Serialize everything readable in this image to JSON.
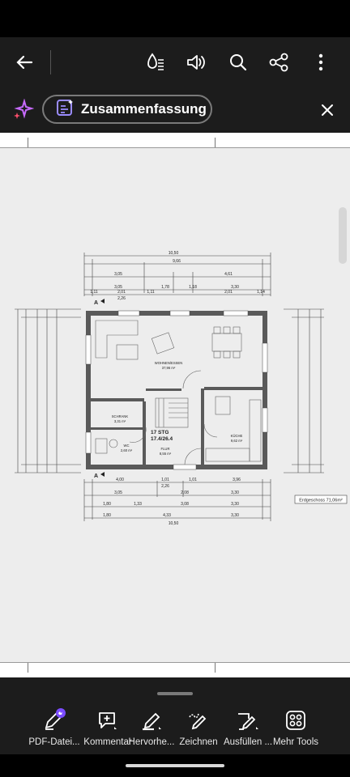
{
  "toolbar": {
    "icons": [
      "back-arrow-icon",
      "read-aloud-icon",
      "speaker-icon",
      "search-icon",
      "share-icon",
      "more-icon"
    ]
  },
  "summary": {
    "label": "Zusammenfassung"
  },
  "plan": {
    "dims_top": [
      "10,50",
      "9,66",
      "3,05",
      "4,61",
      "3,05",
      "1,78",
      "1,18",
      "3,30",
      "1,11",
      "2,01",
      "1,11",
      "2,01",
      "1,14",
      "2,26"
    ],
    "dims_bottom": [
      "4,00",
      "1,01",
      "1,01",
      "3,96",
      "2,26",
      "3,05",
      "2,08",
      "3,30",
      "1,80",
      "1,33",
      "3,08",
      "3,30",
      "1,80",
      "4,33",
      "3,30",
      "10,50"
    ],
    "room_wohnen": "WOHNEN/ESSEN",
    "room_wohnen_area": "37,96 m²",
    "room_schrank": "SCHRANK",
    "room_schrank_area": "3,31 m²",
    "room_wc": "WC",
    "room_wc_area": "2,60 m²",
    "room_flur": "FLUR",
    "room_flur_area": "8,55 m²",
    "room_kueche": "KÜCHE",
    "room_kueche_area": "9,62 m²",
    "stair_label": "17 STG",
    "stair_size": "17.4/26.4",
    "floor_label": "Erdgeschoss 71,06m²",
    "section_mark": "A"
  },
  "bottom_tools": [
    {
      "label": "PDF-Datei...",
      "icon": "edit-pdf-icon"
    },
    {
      "label": "Kommentar",
      "icon": "comment-icon"
    },
    {
      "label": "Hervorhe...",
      "icon": "highlight-icon"
    },
    {
      "label": "Zeichnen",
      "icon": "draw-icon"
    },
    {
      "label": "Ausfüllen ...",
      "icon": "fill-sign-icon"
    },
    {
      "label": "Mehr Tools",
      "icon": "more-tools-icon"
    }
  ]
}
